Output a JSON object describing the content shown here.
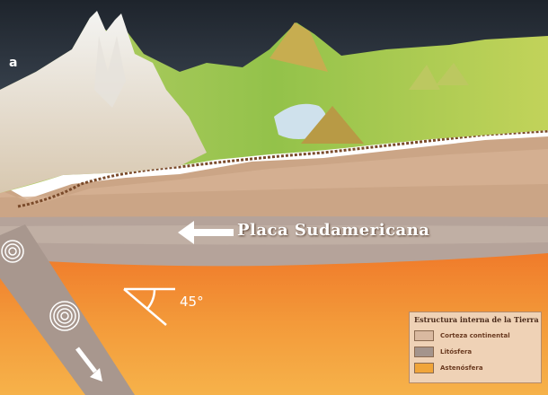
{
  "labels": {
    "corner_letter": "a",
    "plate": "Placa Sudamericana",
    "angle": "45°"
  },
  "legend": {
    "title": "Estructura interna de la Tierra",
    "items": [
      {
        "label": "Corteza continental",
        "color": "#d9b9a0"
      },
      {
        "label": "Litósfera",
        "color": "#a4948c"
      },
      {
        "label": "Astenósfera",
        "color": "#f0a53a"
      }
    ]
  }
}
